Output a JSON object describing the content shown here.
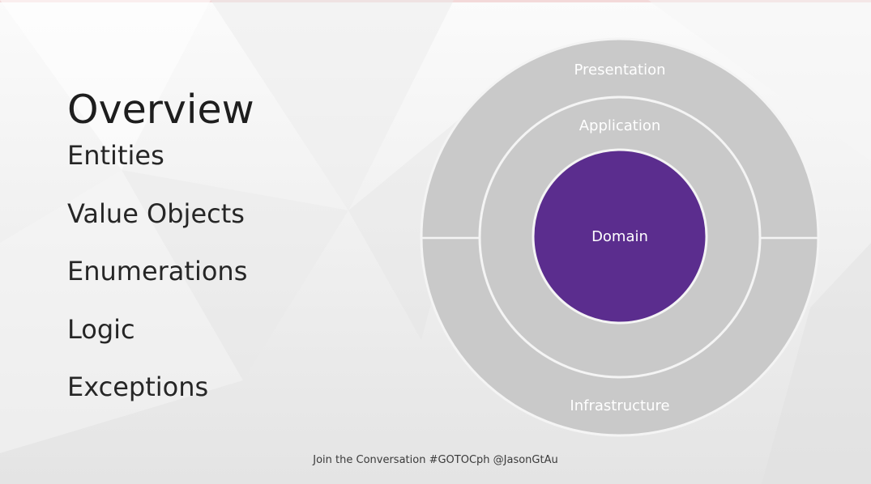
{
  "slide": {
    "title": "Overview",
    "items": [
      "Entities",
      "Value Objects",
      "Enumerations",
      "Logic",
      "Exceptions"
    ],
    "footer": "Join the Conversation #GOTOCph @JasonGtAu"
  },
  "diagram": {
    "outer_top_label": "Presentation",
    "outer_bottom_label": "Infrastructure",
    "middle_label": "Application",
    "core_label": "Domain",
    "colors": {
      "core": "#5b2d8e",
      "rings": "#c9c9c9",
      "ring_border": "#f4f4f4",
      "ring_text": "#ffffff"
    }
  }
}
